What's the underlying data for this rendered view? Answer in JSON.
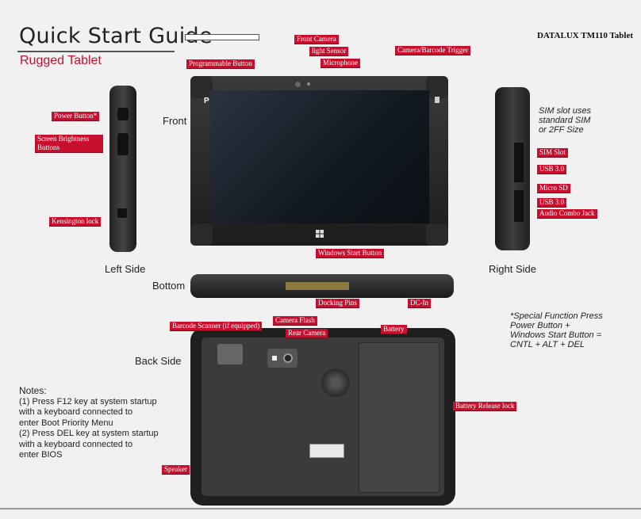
{
  "header": {
    "title": "Quick Start Guide",
    "subtitle": "Rugged Tablet",
    "brand": "DATALUX TM110 Tablet"
  },
  "views": {
    "front": "Front",
    "left_side": "Left Side",
    "right_side": "Right Side",
    "bottom": "Bottom",
    "back_side": "Back Side"
  },
  "callouts": {
    "front_camera": "Front Camera",
    "light_sensor": "light Sensor",
    "microphone": "Microphone",
    "camera_barcode_trigger": "Camera/Barcode Trigger",
    "programmable_button": "Programmable Button",
    "power_button": "Power Button*",
    "screen_brightness": "Screen Brightness Buttons",
    "kensington_lock": "Kensington lock",
    "windows_start": "Windows Start Button",
    "sim_slot": "SIM Slot",
    "usb_1": "USB 3.0",
    "micro_sd": "Micro SD",
    "usb_2": "USB 3.0",
    "audio_jack": "Audio Combo Jack",
    "docking_pins": "Docking Pins",
    "dc_in": "DC-In",
    "barcode_scanner": "Barcode Scanner (if equipped)",
    "camera_flash": "Camera Flash",
    "rear_camera": "Rear Camera",
    "battery": "Battery",
    "battery_release": "Battery Release lock",
    "speaker": "Speaker"
  },
  "sim_note": [
    "SIM slot uses",
    "standard SIM",
    "or 2FF Size"
  ],
  "special_note": [
    "*Special Function Press",
    "Power Button +",
    "Windows Start Button =",
    "CNTL + ALT + DEL"
  ],
  "notes": {
    "heading": "Notes:",
    "lines": [
      "(1) Press F12 key at system startup",
      "with a keyboard connected to",
      "enter Boot Priority Menu",
      "(2) Press DEL key at system startup",
      "with a keyboard connected to",
      "enter BIOS"
    ]
  },
  "logo_front": "P",
  "colors": {
    "accent": "#c8102e"
  }
}
